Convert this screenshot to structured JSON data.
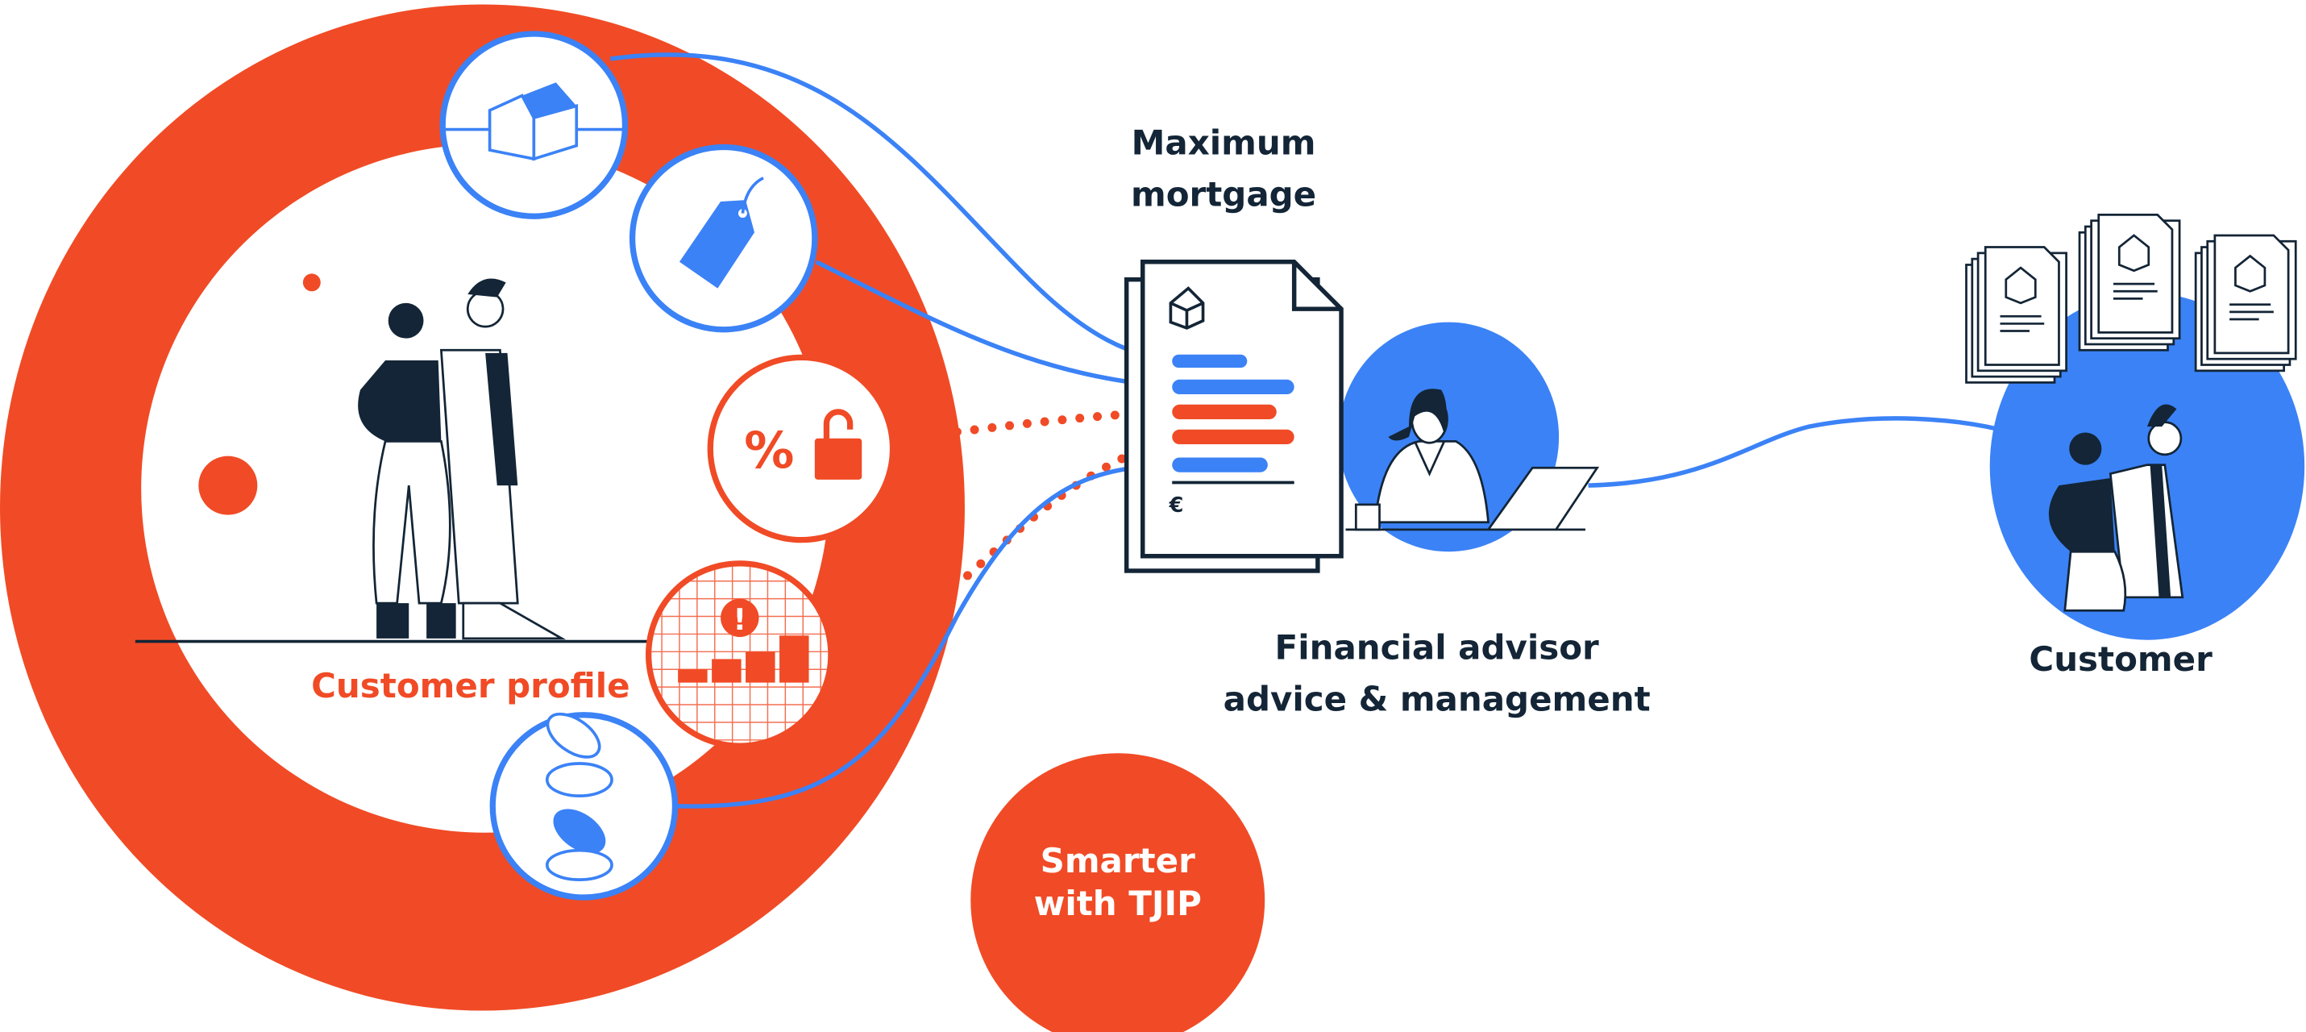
{
  "colors": {
    "orange": "#f04b26",
    "blue": "#3b82f6",
    "dark": "#132536",
    "white": "#ffffff"
  },
  "labels": {
    "customer_profile": "Customer profile",
    "max_mortgage_line1": "Maximum",
    "max_mortgage_line2": "mortgage",
    "advisor_line1": "Financial advisor",
    "advisor_line2": "advice & management",
    "customer": "Customer",
    "tjip_line1": "Smarter",
    "tjip_line2": "with TJIP",
    "percent_symbol": "%",
    "euro_symbol": "€",
    "alert_symbol": "!"
  }
}
